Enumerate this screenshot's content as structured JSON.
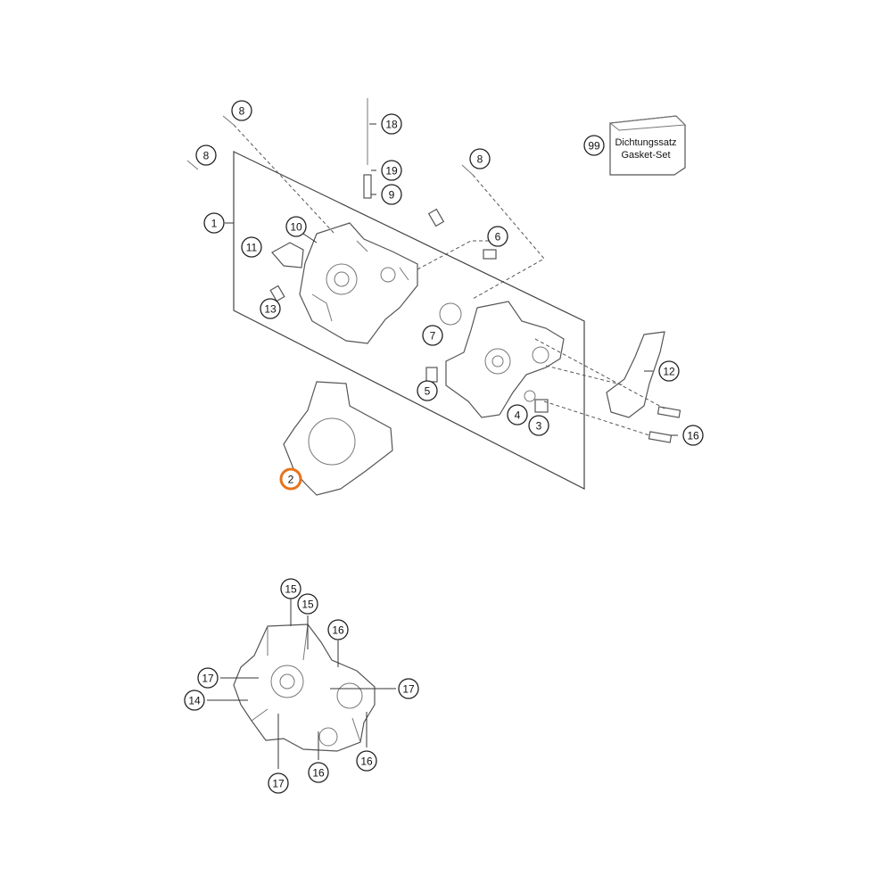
{
  "callouts": [
    {
      "id": "c8a",
      "label": "8"
    },
    {
      "id": "c8b",
      "label": "8"
    },
    {
      "id": "c8c",
      "label": "8"
    },
    {
      "id": "c18",
      "label": "18"
    },
    {
      "id": "c19",
      "label": "19"
    },
    {
      "id": "c9",
      "label": "9"
    },
    {
      "id": "c1",
      "label": "1"
    },
    {
      "id": "c10",
      "label": "10"
    },
    {
      "id": "c11",
      "label": "11"
    },
    {
      "id": "c6",
      "label": "6"
    },
    {
      "id": "c13",
      "label": "13"
    },
    {
      "id": "c7",
      "label": "7"
    },
    {
      "id": "c12",
      "label": "12"
    },
    {
      "id": "c5",
      "label": "5"
    },
    {
      "id": "c4",
      "label": "4"
    },
    {
      "id": "c3",
      "label": "3"
    },
    {
      "id": "c16a",
      "label": "16"
    },
    {
      "id": "c2",
      "label": "2",
      "highlighted": true
    },
    {
      "id": "c99",
      "label": "99"
    },
    {
      "id": "c15a",
      "label": "15"
    },
    {
      "id": "c15b",
      "label": "15"
    },
    {
      "id": "c16b",
      "label": "16"
    },
    {
      "id": "c17a",
      "label": "17"
    },
    {
      "id": "c17b",
      "label": "17"
    },
    {
      "id": "c14",
      "label": "14"
    },
    {
      "id": "c17c",
      "label": "17"
    },
    {
      "id": "c16c",
      "label": "16"
    },
    {
      "id": "c16d",
      "label": "16"
    }
  ],
  "gasket_box": {
    "line1": "Dichtungssatz",
    "line2": "Gasket-Set"
  },
  "colors": {
    "highlight": "#e8731a",
    "line": "#333333"
  }
}
